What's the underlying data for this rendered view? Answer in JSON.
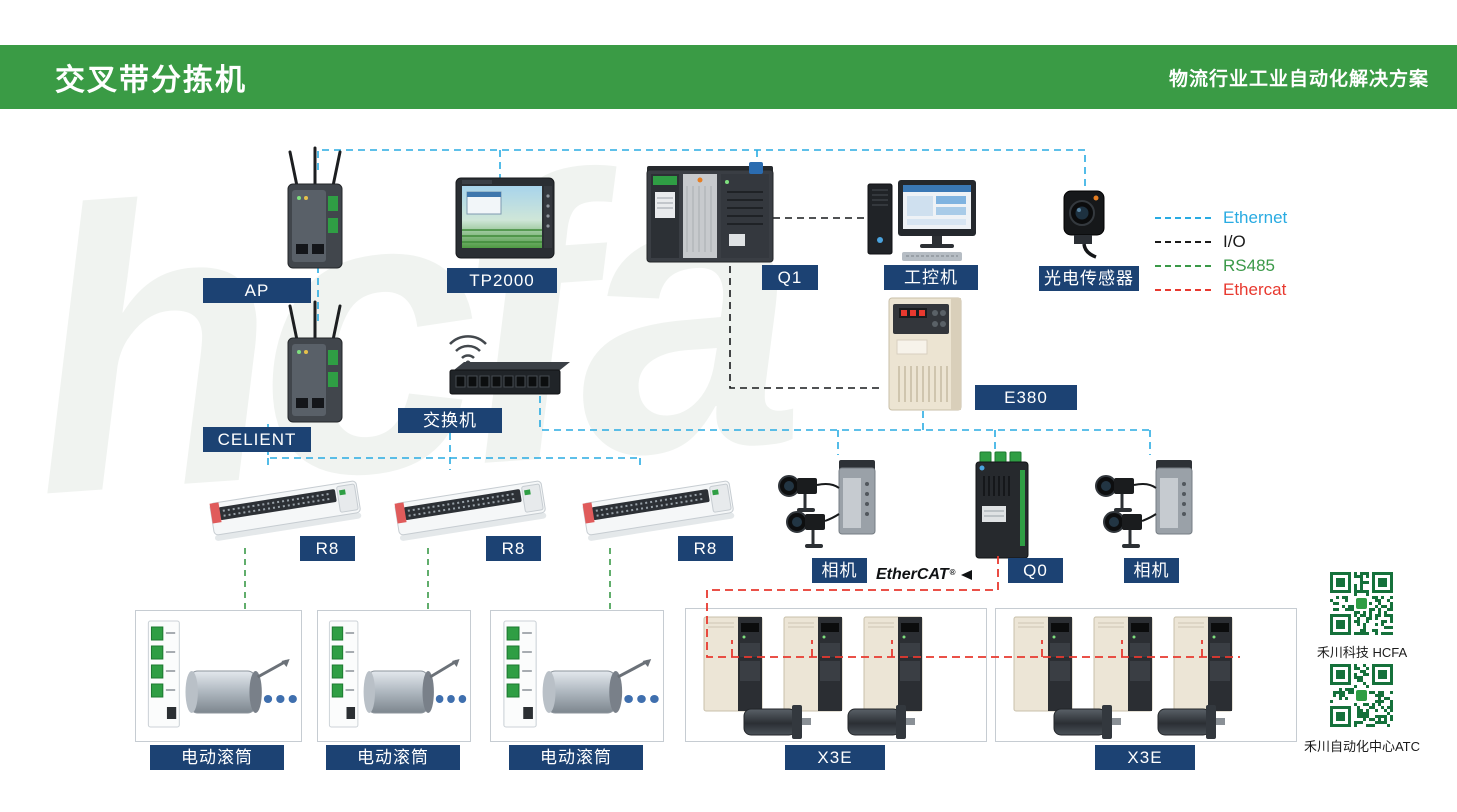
{
  "header": {
    "title": "交叉带分拣机",
    "subtitle": "物流行业工业自动化解决方案"
  },
  "header_color": "#3a9b45",
  "watermark": {
    "text": "hcfa"
  },
  "label_style": {
    "background": "#1c4273",
    "text_color": "#ffffff"
  },
  "legend": {
    "items": [
      {
        "label": "Ethernet",
        "color": "#29abe2"
      },
      {
        "label": "I/O",
        "color": "#1a1a1a"
      },
      {
        "label": "RS485",
        "color": "#3a9948"
      },
      {
        "label": "Ethercat",
        "color": "#e8392f"
      }
    ]
  },
  "nodes": {
    "ap": {
      "label": "AP"
    },
    "tp2000": {
      "label": "TP2000"
    },
    "q1": {
      "label": "Q1"
    },
    "ipc": {
      "label": "工控机"
    },
    "photoelectric_sensor": {
      "label": "光电传感器"
    },
    "celient": {
      "label": "CELIENT"
    },
    "switch": {
      "label": "交换机"
    },
    "e380": {
      "label": "E380"
    },
    "r8": {
      "label": "R8"
    },
    "camera": {
      "label": "相机"
    },
    "q0": {
      "label": "Q0"
    },
    "motorized_roller": {
      "label": "电动滚筒"
    },
    "x3e": {
      "label": "X3E"
    }
  },
  "ethercat_logo": {
    "text": "EtherCAT",
    "registered": "®"
  },
  "qr_codes": [
    {
      "caption": "禾川科技 HCFA"
    },
    {
      "caption": "禾川自动化中心ATC"
    }
  ]
}
